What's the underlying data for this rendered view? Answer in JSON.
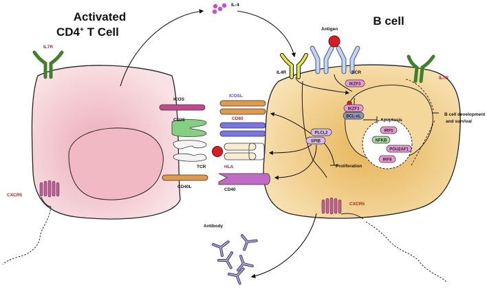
{
  "titles": {
    "t_cell_line1": "Activated",
    "t_cell_line2_main": "CD4",
    "t_cell_line2_sup": "+",
    "t_cell_line2_rest": " T Cell",
    "b_cell": "B cell"
  },
  "labels": {
    "il4": "IL-4",
    "il7r_left": "IL7R",
    "il7r_right": "IL7R",
    "il4r": "IL4R",
    "antigen": "Antigen",
    "bcr": "BCR",
    "icos": "ICOS",
    "icosl": "ICOSL",
    "cd28": "CD28",
    "cd80": "CD80",
    "tcr": "TCR",
    "hla": "HLA",
    "cd40l": "CD40L",
    "cd40": "CD40",
    "cxcr5_left": "CXCR5",
    "cxcr5_right": "CXCR5",
    "antibody": "Antibody",
    "apoptosis": "Apoptosis",
    "proliferation": "Proliferation",
    "b_dev_line1": "B cell development",
    "b_dev_line2": "and survival"
  },
  "pills": {
    "ikzf3_top": "IKZF3",
    "ikzf3_mid": "IKZF3",
    "bclxl": "BCL-xL",
    "plcl2": "PLCL2",
    "spib": "SPIB",
    "irf5": "IRF5",
    "nfkb": "NFKB",
    "pou2af1": "POU2AF1",
    "irf8": "IRF8"
  },
  "colors": {
    "t_cell": "#f5cfd3",
    "b_cell": "#f3d79a",
    "label_red": "#a8262b",
    "label_blue": "#5a3fd0",
    "pill_pink": "#e79ad6",
    "pill_lilac": "#d9b7f0",
    "pill_green": "#a9d9a0",
    "bclxl_blue": "#8a96b8"
  }
}
